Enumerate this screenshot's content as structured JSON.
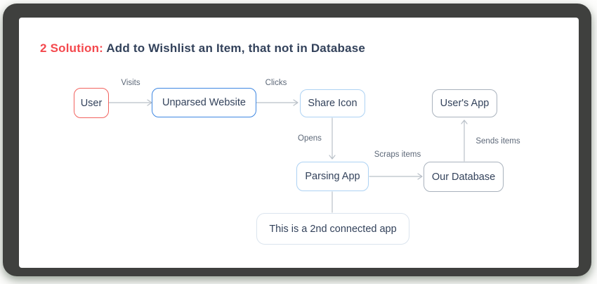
{
  "title": {
    "prefix": "2 Solution:",
    "text": " Add to Wishlist an Item, that not in Database"
  },
  "diagram": {
    "nodes": [
      {
        "id": "user",
        "label": "User",
        "border": "red"
      },
      {
        "id": "unparsed-website",
        "label": "Unparsed Website",
        "border": "blue"
      },
      {
        "id": "share-icon",
        "label": "Share Icon",
        "border": "lightblue"
      },
      {
        "id": "users-app",
        "label": "User's App",
        "border": "gray"
      },
      {
        "id": "parsing-app",
        "label": "Parsing App",
        "border": "lightblue"
      },
      {
        "id": "our-database",
        "label": "Our Database",
        "border": "gray"
      },
      {
        "id": "note",
        "label": "This is a 2nd connected app",
        "border": "faint"
      }
    ],
    "edges": [
      {
        "from": "user",
        "to": "unparsed-website",
        "label": "Visits"
      },
      {
        "from": "unparsed-website",
        "to": "share-icon",
        "label": "Clicks"
      },
      {
        "from": "share-icon",
        "to": "parsing-app",
        "label": "Opens"
      },
      {
        "from": "parsing-app",
        "to": "our-database",
        "label": "Scraps items"
      },
      {
        "from": "our-database",
        "to": "users-app",
        "label": "Sends items"
      },
      {
        "from": "parsing-app",
        "to": "note",
        "label": ""
      }
    ]
  },
  "colors": {
    "frame-bg": "#3f403e",
    "card-bg": "#ffffff",
    "title-accent": "#f4484d",
    "title-text": "#33425b",
    "node-text": "#33425b",
    "edge-label": "#5d6878",
    "edge-line": "#b9c0c8",
    "border-red": "#f2635f",
    "border-blue": "#3e87e2",
    "border-lightblue": "#add2f3",
    "border-gray": "#a9b2bd",
    "border-faint": "#dbe4ee"
  }
}
